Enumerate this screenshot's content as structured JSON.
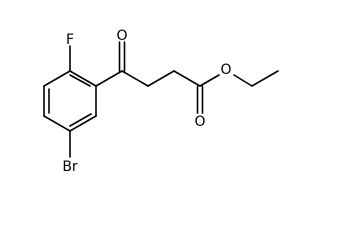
{
  "molecule": {
    "atoms": {
      "fluorine": "F",
      "ketone_oxygen": "O",
      "ester_ether_oxygen": "O",
      "ester_carbonyl_oxygen": "O",
      "bromine": "Br"
    }
  },
  "colors": {
    "bond": "#000000",
    "label": "#000000",
    "background": "#ffffff"
  }
}
